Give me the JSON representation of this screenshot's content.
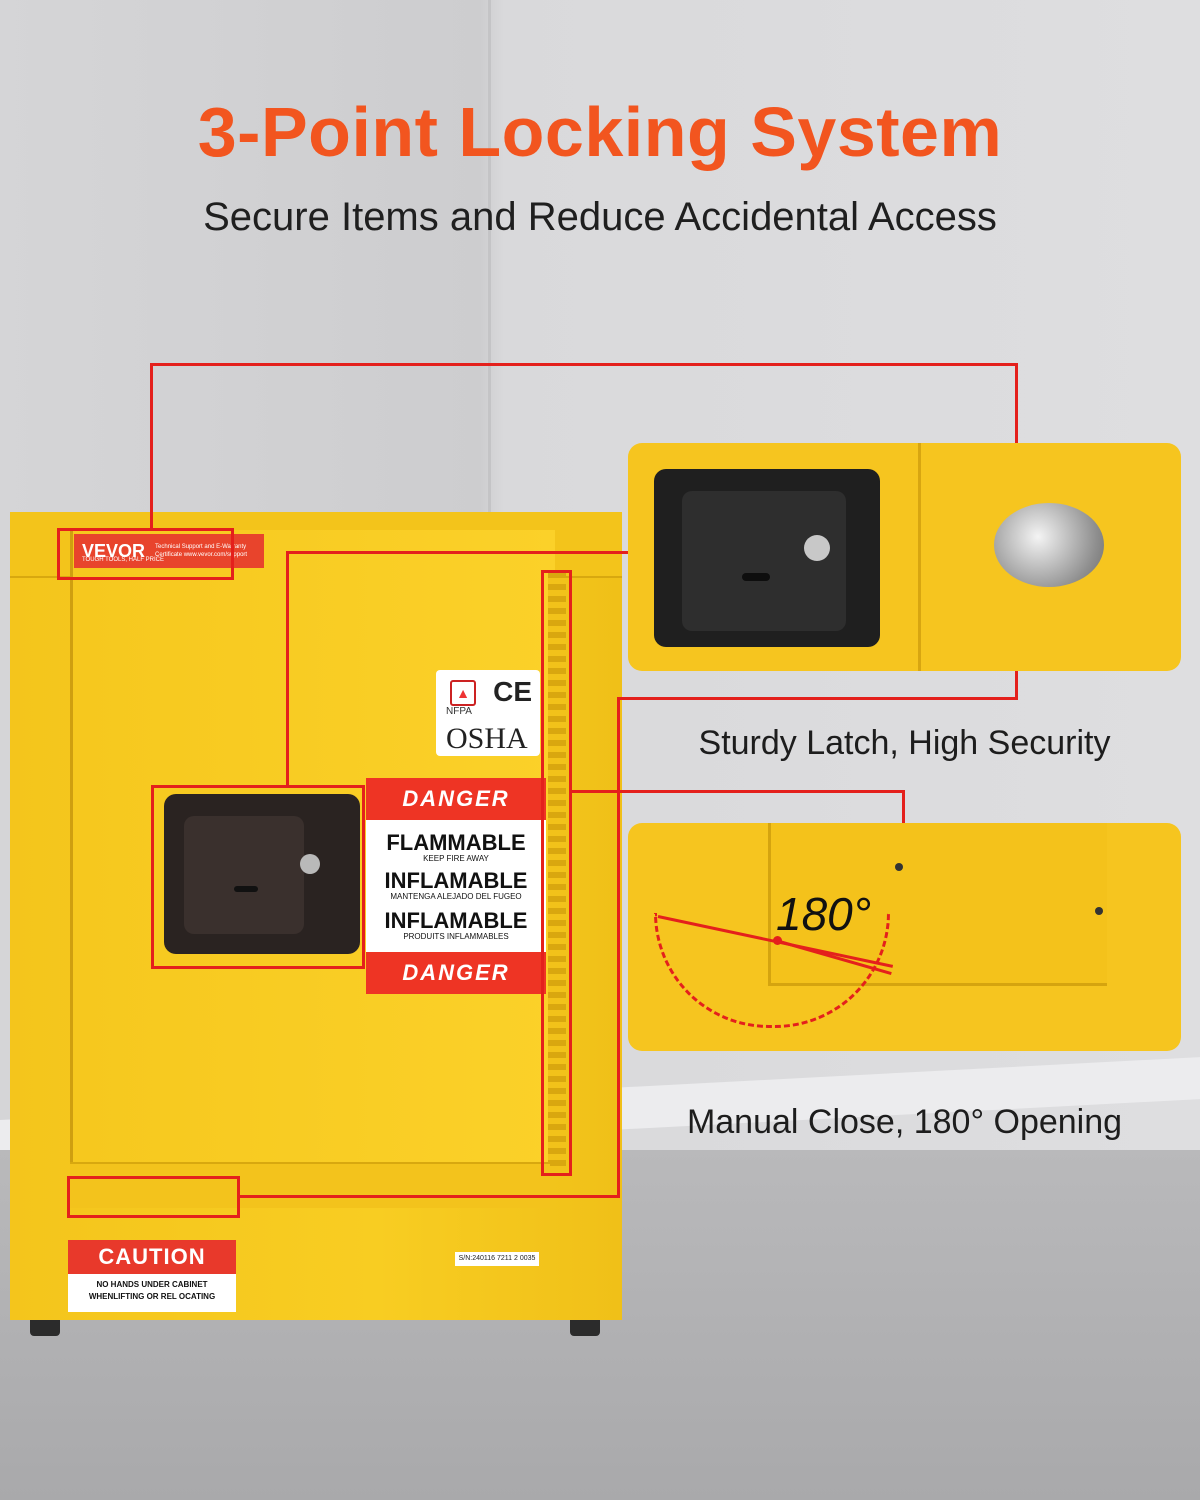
{
  "header": {
    "title": "3-Point Locking System",
    "subtitle": "Secure Items and Reduce Accidental Access"
  },
  "cabinet": {
    "brand": "VEVOR",
    "brand_tagline": "TOUGH TOOLS, HALF PRICE",
    "support_text": "Technical Support and E-Warranty Certificate www.vevor.com/support",
    "cert_ce": "CE",
    "cert_nfpa": "NFPA",
    "cert_osha": "OSHA",
    "danger_label": {
      "top": "DANGER",
      "line1": "FLAMMABLE",
      "line1_sub": "KEEP FIRE AWAY",
      "line2": "INFLAMABLE",
      "line2_sub": "MANTENGA ALEJADO DEL FUGEO",
      "line3": "INFLAMABLE",
      "line3_sub": "PRODUITS INFLAMMABLES",
      "bottom": "DANGER"
    },
    "caution_label": {
      "head": "CAUTION",
      "line1": "NO HANDS UNDER CABINET",
      "line2": "WHENLIFTING OR REL OCATING"
    },
    "serial": "S/N:240116 7211 2 0035"
  },
  "details": {
    "latch_caption": "Sturdy Latch, High Security",
    "hinge_caption": "Manual Close, 180° Opening",
    "angle_label": "180°"
  },
  "colors": {
    "accent": "#f2551f",
    "annotation": "#e4201c",
    "cabinet_yellow": "#f8cd22"
  }
}
